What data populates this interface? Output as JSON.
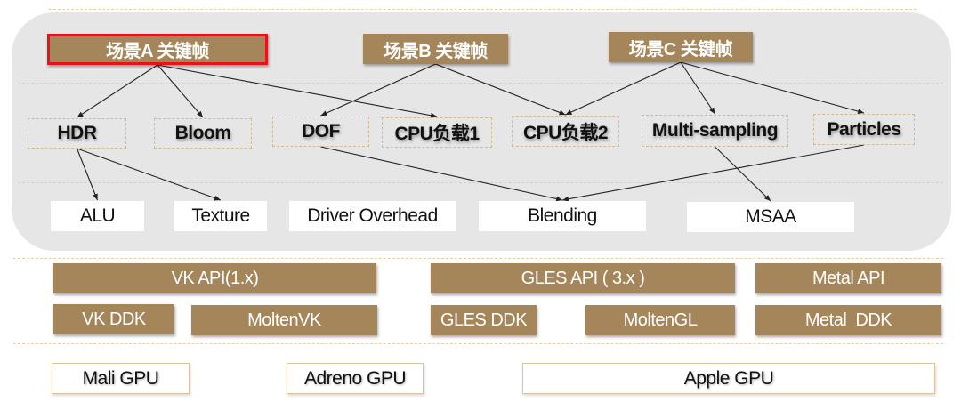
{
  "scenes": [
    {
      "id": "A",
      "label": "场景A 关键帧",
      "selected": true
    },
    {
      "id": "B",
      "label": "场景B 关键帧",
      "selected": false
    },
    {
      "id": "C",
      "label": "场景C 关键帧",
      "selected": false
    }
  ],
  "effects": [
    {
      "id": "hdr",
      "label": "HDR"
    },
    {
      "id": "bloom",
      "label": "Bloom"
    },
    {
      "id": "dof",
      "label": "DOF"
    },
    {
      "id": "cpu1",
      "label": "CPU负载1"
    },
    {
      "id": "cpu2",
      "label": "CPU负载2"
    },
    {
      "id": "msampling",
      "label": "Multi-sampling"
    },
    {
      "id": "particles",
      "label": "Particles"
    }
  ],
  "bottlenecks": [
    {
      "id": "alu",
      "label": "ALU"
    },
    {
      "id": "texture",
      "label": "Texture"
    },
    {
      "id": "driver",
      "label": "Driver Overhead"
    },
    {
      "id": "blending",
      "label": "Blending"
    },
    {
      "id": "msaa",
      "label": "MSAA"
    }
  ],
  "apis": [
    {
      "id": "vkapi",
      "label": "VK API(1.x)"
    },
    {
      "id": "glesapi",
      "label": "GLES API ( 3.x )"
    },
    {
      "id": "metalapi",
      "label": "Metal API"
    }
  ],
  "drivers": [
    {
      "id": "vkddk",
      "label": "VK DDK"
    },
    {
      "id": "moltenvk",
      "label": "MoltenVK"
    },
    {
      "id": "glesddk",
      "label": "GLES DDK"
    },
    {
      "id": "moltengl",
      "label": "MoltenGL"
    },
    {
      "id": "metalddk",
      "label": "Metal  DDK"
    }
  ],
  "gpus": [
    {
      "id": "mali",
      "label": "Mali GPU"
    },
    {
      "id": "adreno",
      "label": "Adreno GPU"
    },
    {
      "id": "apple",
      "label": "Apple GPU"
    }
  ],
  "edges": [
    [
      "A",
      "hdr"
    ],
    [
      "A",
      "bloom"
    ],
    [
      "A",
      "cpu1"
    ],
    [
      "B",
      "dof"
    ],
    [
      "B",
      "cpu2"
    ],
    [
      "C",
      "cpu2"
    ],
    [
      "C",
      "msampling"
    ],
    [
      "C",
      "particles"
    ],
    [
      "hdr",
      "alu"
    ],
    [
      "hdr",
      "texture"
    ],
    [
      "dof",
      "blending"
    ],
    [
      "particles",
      "blending"
    ],
    [
      "msampling",
      "msaa"
    ]
  ],
  "colors": {
    "box": "#a5865b",
    "selected_border": "#e8121b",
    "panel": "#e6e6e6",
    "dash": "#e3cfa8"
  }
}
